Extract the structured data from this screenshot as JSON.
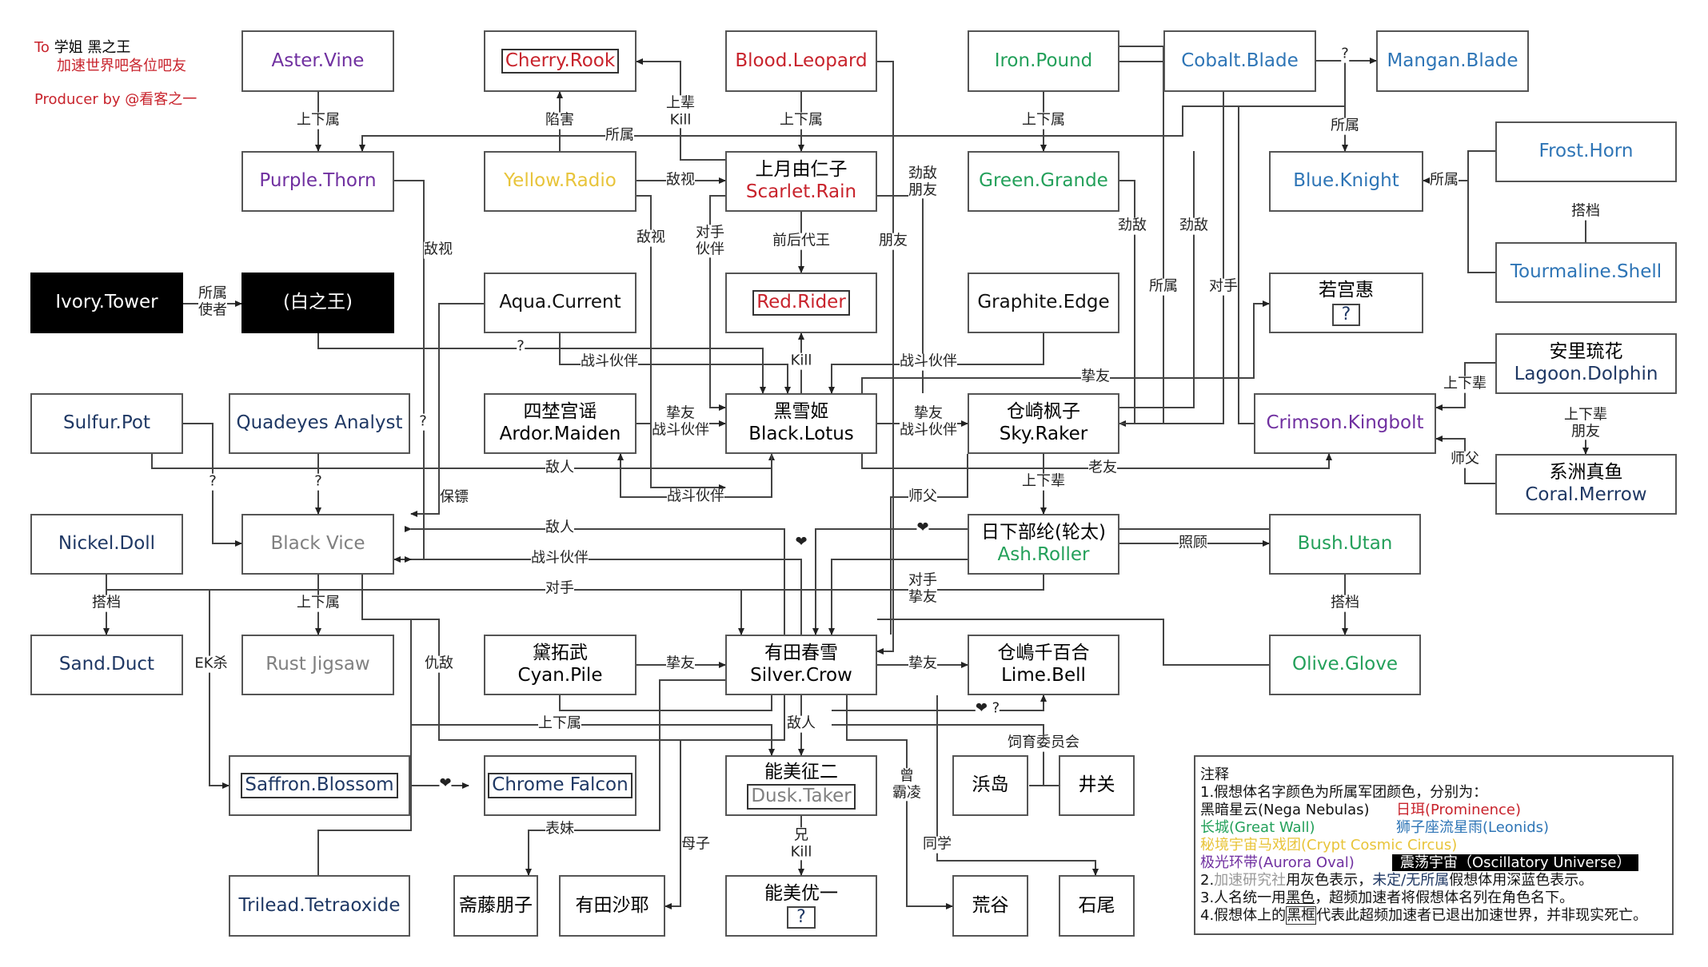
{
  "credits": {
    "to_prefix": "To",
    "to_names": "学姐 黑之王",
    "line2": "加速世界吧各位吧友",
    "producer": "Producer by @看客之一"
  },
  "colors": {
    "nega_nebulas": "#111111",
    "prominence": "#c8232c",
    "great_wall": "#23a05a",
    "leonids": "#2e75b6",
    "crypt_cosmic_circus": "#e8c43a",
    "aurora_oval": "#7030a0",
    "oscillatory_universe": "#000000",
    "accel_research": "#808080",
    "unaffiliated": "#1f3864"
  },
  "nodes": {
    "aster_vine": {
      "name": "Aster.Vine"
    },
    "cherry_rook": {
      "name": "Cherry.Rook"
    },
    "blood_leopard": {
      "name": "Blood.Leopard"
    },
    "iron_pound": {
      "name": "Iron.Pound"
    },
    "cobalt_blade": {
      "name": "Cobalt.Blade"
    },
    "mangan_blade": {
      "name": "Mangan.Blade"
    },
    "purple_thorn": {
      "name": "Purple.Thorn"
    },
    "yellow_radio": {
      "name": "Yellow.Radio"
    },
    "scarlet_rain": {
      "person": "上月由仁子",
      "name": "Scarlet.Rain"
    },
    "green_grande": {
      "name": "Green.Grande"
    },
    "blue_knight": {
      "name": "Blue.Knight"
    },
    "frost_horn": {
      "name": "Frost.Horn"
    },
    "tourmaline_shell": {
      "name": "Tourmaline.Shell"
    },
    "ivory_tower": {
      "name": "Ivory.Tower"
    },
    "white_king": {
      "name": "(白之王)"
    },
    "aqua_current": {
      "name": "Aqua.Current"
    },
    "red_rider": {
      "name": "Red.Rider"
    },
    "graphite_edge": {
      "name": "Graphite.Edge"
    },
    "wakamiya": {
      "person": "若宫惠",
      "name": "?"
    },
    "lagoon_dolphin": {
      "person": "安里琉花",
      "name": "Lagoon.Dolphin"
    },
    "sulfur_pot": {
      "name": "Sulfur.Pot"
    },
    "quadeyes": {
      "name": "Quadeyes Analyst"
    },
    "ardor_maiden": {
      "person": "四埜宫谣",
      "name": "Ardor.Maiden"
    },
    "black_lotus": {
      "person": "黑雪姬",
      "name": "Black.Lotus"
    },
    "sky_raker": {
      "person": "仓崎枫子",
      "name": "Sky.Raker"
    },
    "crimson_kingbolt": {
      "name": "Crimson.Kingbolt"
    },
    "coral_merrow": {
      "person": "系洲真鱼",
      "name": "Coral.Merrow"
    },
    "nickel_doll": {
      "name": "Nickel.Doll"
    },
    "black_vice": {
      "name": "Black Vice"
    },
    "ash_roller": {
      "person": "日下部纶(轮太)",
      "name": "Ash.Roller"
    },
    "bush_utan": {
      "name": "Bush.Utan"
    },
    "sand_duct": {
      "name": "Sand.Duct"
    },
    "rust_jigsaw": {
      "name": "Rust Jigsaw"
    },
    "cyan_pile": {
      "person": "黛拓武",
      "name": "Cyan.Pile"
    },
    "silver_crow": {
      "person": "有田春雪",
      "name": "Silver.Crow"
    },
    "lime_bell": {
      "person": "仓嶋千百合",
      "name": "Lime.Bell"
    },
    "olive_glove": {
      "name": "Olive.Glove"
    },
    "saffron_blossom": {
      "name": "Saffron.Blossom"
    },
    "chrome_falcon": {
      "name": "Chrome Falcon"
    },
    "dusk_taker": {
      "person": "能美征二",
      "name": "Dusk.Taker"
    },
    "hamajima": {
      "person": "浜岛"
    },
    "izeki": {
      "person": "井关"
    },
    "trilead": {
      "name": "Trilead.Tetraoxide"
    },
    "saito": {
      "person": "斋藤朋子"
    },
    "arita_saya": {
      "person": "有田沙耶"
    },
    "nomi_yuichi": {
      "person": "能美优一",
      "name": "?"
    },
    "araya": {
      "person": "荒谷"
    },
    "ishio": {
      "person": "石尾"
    }
  },
  "edge_labels": {
    "aster_purple": "上下属",
    "cherry_yellow": "陷害",
    "cherry_scarlet": "上辈\nKill",
    "blood_scarlet": "上下属",
    "iron_green": "上下属",
    "cobalt_mangan": "?",
    "suoshu_top": "所属",
    "suoshu_blue": "所属",
    "frost_blue": "所属",
    "frost_tourmaline": "搭档",
    "yellow_scarlet": "敌视",
    "yellow_lotus": "敌视",
    "scarlet_lotus": "对手\n伙伴",
    "scarlet_red": "前后代王",
    "blood_friend": "朋友",
    "blood_rival": "劲敌\n朋友",
    "purple_enemy": "敌视",
    "ivory_white": "所属\n使者",
    "green_sky_1": "劲敌",
    "green_sky_2": "劲敌",
    "iron_sky": "所属",
    "cobalt_rival": "对手",
    "white_q": "?",
    "aqua_battle": "战斗伙伴",
    "graphite_battle": "战斗伙伴",
    "lotus_kill": "Kill",
    "wakamiya_friend": "挚友",
    "lagoon_crimson": "上下辈",
    "lagoon_coral": "上下辈\n朋友",
    "coral_crimson": "师父",
    "quad_q": "?",
    "sulfur_q": "?",
    "quad_vice_q": "?",
    "ardor_lotus": "挚友\n战斗伙伴",
    "lotus_sky": "挚友\n战斗伙伴",
    "enemy_1": "敌人",
    "oldfriend": "老友",
    "bodyguard": "保镖",
    "battle_2": "战斗伙伴",
    "sky_ash": "上下辈",
    "master": "师父",
    "enemy_2": "敌人",
    "heart_1": "❤",
    "heart_2": "❤",
    "care": "照顾",
    "battle_3": "战斗伙伴",
    "rival_friend": "对手\n挚友",
    "rival": "对手",
    "nickel_sand": "搭档",
    "rust_vice": "上下属",
    "ek_kill": "EK杀",
    "feud": "仇敌",
    "cyan_silver": "挚友",
    "silver_lime": "挚友",
    "bush_olive": "搭档",
    "shangxia_bottom": "上下属",
    "silver_dusk": "敌人",
    "heart_q": "❤ ?",
    "feeding": "饲育委员会",
    "heart_saffron": "❤",
    "cousin": "表妹",
    "mother": "母子",
    "brother_kill": "兄\nKill",
    "bully": "曾\n霸凌",
    "classmate": "同学"
  },
  "legend": {
    "title": "注释",
    "line1": "1.假想体名字颜色为所属军团颜色，分别为：",
    "legions": [
      {
        "label": "黑暗星云(Nega Nebulas)",
        "color": "#111111"
      },
      {
        "label": "日珥(Prominence)",
        "color": "#c8232c"
      },
      {
        "label": "长城(Great Wall)",
        "color": "#23a05a"
      },
      {
        "label": "狮子座流星雨(Leonids)",
        "color": "#2e75b6"
      },
      {
        "label": "秘境宇宙马戏团(Crypt Cosmic Circus)",
        "color": "#e8c43a"
      },
      {
        "label": "极光环带(Aurora Oval)",
        "color": "#7030a0"
      },
      {
        "label": "震荡宇宙（Oscillatory Universe）",
        "color": "#ffffff"
      }
    ],
    "line2_prefix": "2.",
    "line2_gray": "加速研究社",
    "line2_mid": "用灰色表示，",
    "line2_blue": "未定/无所属",
    "line2_end": "假想体用深蓝色表示。",
    "line3_a": "3.人名统一用",
    "line3_b": "黑色",
    "line3_c": "，超频加速者将假想体名列在角色名下。",
    "line4_a": "4.假想体上的",
    "line4_b": "黑框",
    "line4_c": "代表此超频加速者已退出加速世界，并非现实死亡。"
  }
}
